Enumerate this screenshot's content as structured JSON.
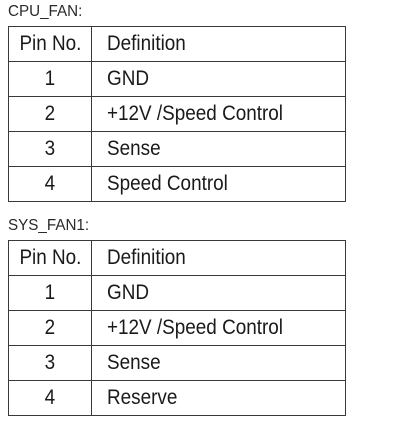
{
  "cpu_fan": {
    "title": "CPU_FAN:",
    "headers": {
      "pin": "Pin No.",
      "definition": "Definition"
    },
    "rows": [
      {
        "pin": "1",
        "definition": "GND"
      },
      {
        "pin": "2",
        "definition": "+12V /Speed Control"
      },
      {
        "pin": "3",
        "definition": "Sense"
      },
      {
        "pin": "4",
        "definition": "Speed Control"
      }
    ]
  },
  "sys_fan1": {
    "title": "SYS_FAN1:",
    "headers": {
      "pin": "Pin No.",
      "definition": "Definition"
    },
    "rows": [
      {
        "pin": "1",
        "definition": "GND"
      },
      {
        "pin": "2",
        "definition": "+12V /Speed Control"
      },
      {
        "pin": "3",
        "definition": "Sense"
      },
      {
        "pin": "4",
        "definition": "Reserve"
      }
    ]
  }
}
